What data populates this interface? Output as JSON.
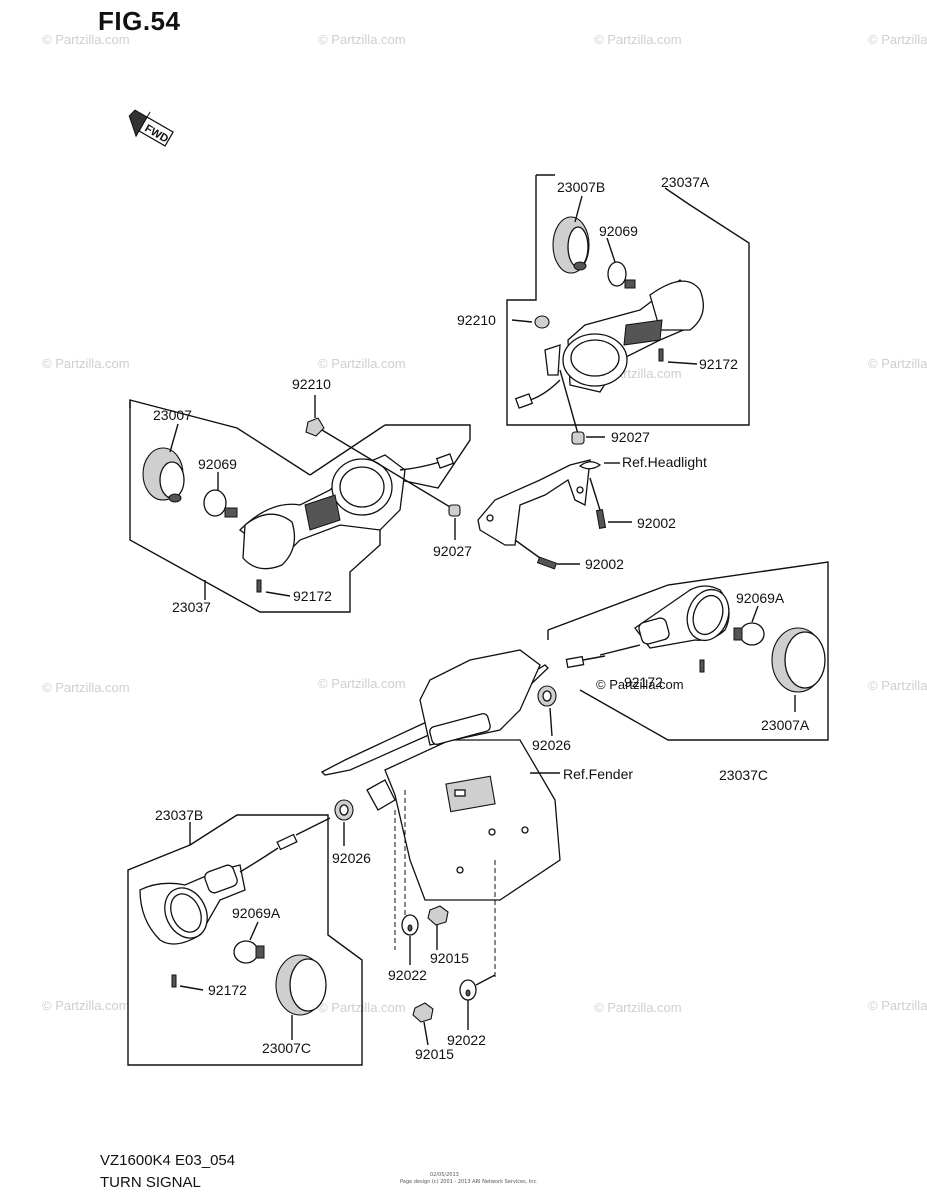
{
  "figure": {
    "title": "FIG.54"
  },
  "footer": {
    "model_code": "VZ1600K4 E03_054",
    "section_name": "TURN SIGNAL",
    "small_code": "02/05/2013",
    "small_credit": "Page design (c) 2001 - 2013 ARI Network Services, Inc."
  },
  "watermark": {
    "text": "© Partzilla.com"
  },
  "direction_arrow": {
    "text": "FWD"
  },
  "labels": {
    "assy_23037A": "23037A",
    "socket_23007B": "23007B",
    "bulb_92069_top": "92069",
    "clamp_92210_top": "92210",
    "screw_92172_top": "92172",
    "spacer_92027_top": "92027",
    "ref_headlight": "Ref.Headlight",
    "bolt_92002_top": "92002",
    "clamp_92210_left": "92210",
    "socket_23007": "23007",
    "bulb_92069_left": "92069",
    "spacer_92027_left": "92027",
    "bolt_92002_mid": "92002",
    "screw_92172_left": "92172",
    "assy_23037": "23037",
    "bulb_92069A_right": "92069A",
    "screw_92172_right": "92172",
    "watermark_inline": "© Partzilla.com",
    "grommet_92026_right": "92026",
    "lens_23007A": "23007A",
    "ref_fender": "Ref.Fender",
    "assy_23037C": "23037C",
    "assy_23037B": "23037B",
    "grommet_92026_left": "92026",
    "bulb_92069A_left": "92069A",
    "washer_92022_upper": "92022",
    "nut_92015_upper": "92015",
    "screw_92172_bottom": "92172",
    "washer_92022_lower": "92022",
    "nut_92015_lower": "92015",
    "lens_23007C": "23007C"
  },
  "icons": {
    "fwd_arrow": "fwd-arrow-icon"
  },
  "colors": {
    "line": "#111111",
    "part_fill": "#ffffff",
    "shade": "#cfcfcf",
    "watermark": "#cfcfcf"
  }
}
